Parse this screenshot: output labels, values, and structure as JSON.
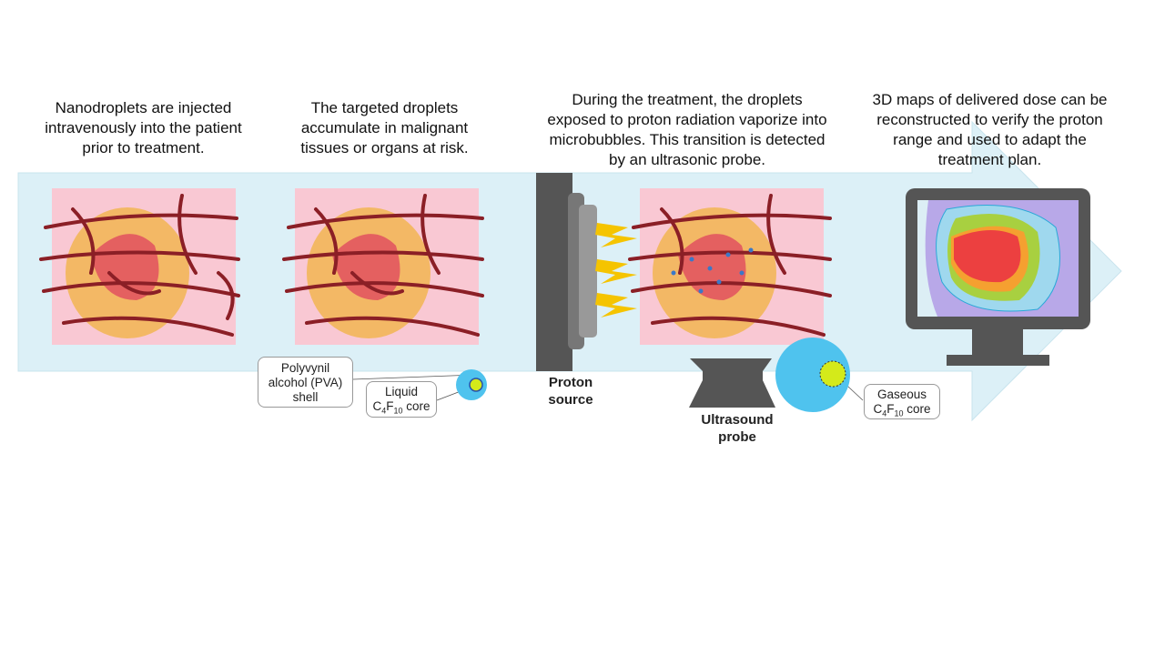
{
  "steps": [
    {
      "caption": "Nanodroplets are injected intravenously into the patient prior to treatment."
    },
    {
      "caption": "The targeted droplets accumulate in malignant tissues or organs at risk."
    },
    {
      "caption": "During the treatment, the droplets exposed to proton radiation vaporize into microbubbles. This transition is detected by an ultrasonic probe."
    },
    {
      "caption": "3D maps of delivered dose can be reconstructed to verify the proton range and used to adapt the treatment plan."
    }
  ],
  "labels": {
    "shell": "Polyvynil alcohol (PVA) shell",
    "liquid_core_line1": "Liquid",
    "liquid_core_formula": "C4F10 core",
    "gaseous_core_line1": "Gaseous",
    "gaseous_core_formula": "C4F10 core",
    "proton_source": "Proton source",
    "ultrasound_probe": "Ultrasound probe"
  },
  "colors": {
    "arrow": "#dcf0f7",
    "tissue": "#f9c8d3",
    "vessel": "#8b1f26",
    "tumor": "#f0b060",
    "bubble": "#4fc3ee",
    "core": "#d4ea1a",
    "monitor": "#555555",
    "bolt": "#f5c400"
  }
}
